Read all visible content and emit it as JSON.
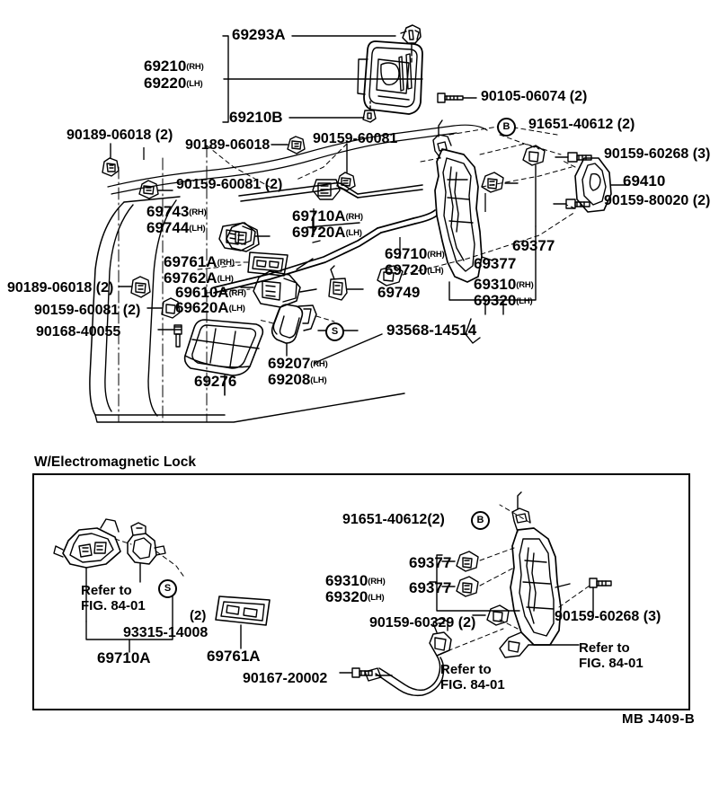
{
  "diagram": {
    "sheet_code": "MB J409-B",
    "section_title": "W/Electromagnetic Lock"
  },
  "top_labels": {
    "l_69293A": "69293A",
    "l_69210_rh": "69210",
    "l_69210_rh_sfx": "(RH)",
    "l_69220_lh": "69220",
    "l_69220_lh_sfx": "(LH)",
    "l_69210B": "69210B",
    "l_90105": "90105-06074 (2)",
    "l_91651": "91651-40612 (2)",
    "l_91651_mark": "B",
    "l_90189_a": "90189-06018 (2)",
    "l_90189_b": "90189-06018",
    "l_90159_60081_a": "90159-60081",
    "l_90159_60081_b": "90159-60081 (2)",
    "l_90159_60268": "90159-60268 (3)",
    "l_69410": "69410",
    "l_90159_80020": "90159-80020 (2)",
    "l_69743": "69743",
    "l_69743_sfx": "(RH)",
    "l_69744": "69744",
    "l_69744_sfx": "(LH)",
    "l_69710A": "69710A",
    "l_69710A_sfx": "(RH)",
    "l_69720A": "69720A",
    "l_69720A_sfx": "(LH)",
    "l_69710": "69710",
    "l_69710_sfx": "(RH)",
    "l_69720": "69720",
    "l_69720_sfx": "(LH)",
    "l_69377_a": "69377",
    "l_69377_b": "69377",
    "l_69310": "69310",
    "l_69310_sfx": "(RH)",
    "l_69320": "69320",
    "l_69320_sfx": "(LH)",
    "l_69761A": "69761A",
    "l_69761A_sfx": "(RH)",
    "l_69762A": "69762A",
    "l_69762A_sfx": "(LH)",
    "l_69610A": "69610A",
    "l_69610A_sfx": "(RH)",
    "l_69620A": "69620A",
    "l_69620A_sfx": "(LH)",
    "l_90189_c": "90189-06018 (2)",
    "l_90159_60081_c": "90159-60081 (2)",
    "l_90168": "90168-40055",
    "l_69749": "69749",
    "l_93568": "93568-14514",
    "l_93568_mark": "S",
    "l_69276": "69276",
    "l_69207": "69207",
    "l_69207_sfx": "(RH)",
    "l_69208": "69208",
    "l_69208_sfx": "(LH)"
  },
  "bottom_panel": {
    "l_refer_1_line1": "Refer to",
    "l_refer_1_line2": "FIG. 84-01",
    "l_refer_2_line1": "Refer to",
    "l_refer_2_line2": "FIG. 84-01",
    "l_refer_3_line1": "Refer to",
    "l_refer_3_line2": "FIG. 84-01",
    "l_93315": "93315-14008",
    "l_93315_mark": "S",
    "l_93315_qty": "(2)",
    "l_69710A": "69710A",
    "l_69761A": "69761A",
    "l_90167": "90167-20002",
    "l_91651": "91651-40612(2)",
    "l_91651_mark": "B",
    "l_69377_a": "69377",
    "l_69377_b": "69377",
    "l_69310": "69310",
    "l_69310_sfx": "(RH)",
    "l_69320": "69320",
    "l_69320_sfx": "(LH)",
    "l_90159_60329": "90159-60329 (2)",
    "l_90159_60268": "90159-60268 (3)"
  }
}
